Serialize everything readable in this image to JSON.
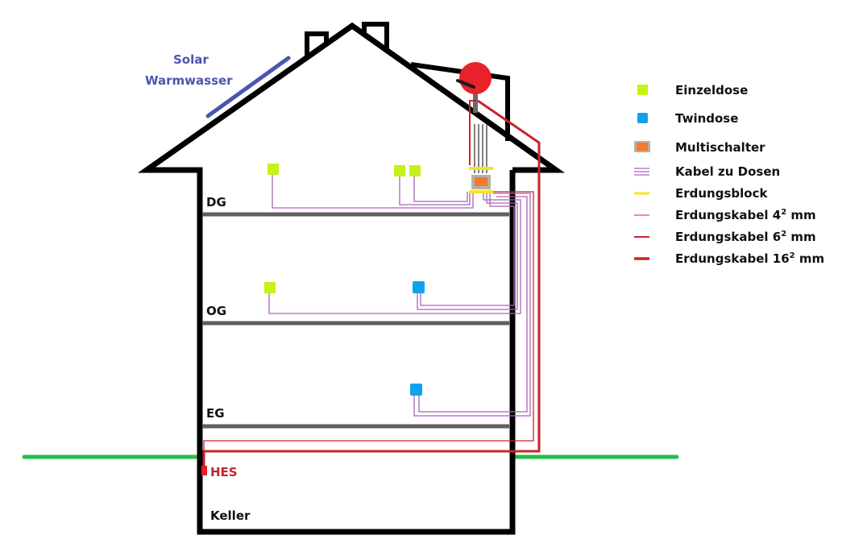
{
  "diagram": {
    "title": "SAT-Verkabelung und Erdung im Haus",
    "solar_label_line1": "Solar",
    "solar_label_line2": "Warmwasser",
    "floors": [
      {
        "id": "dg",
        "label": "DG"
      },
      {
        "id": "og",
        "label": "OG"
      },
      {
        "id": "eg",
        "label": "EG"
      },
      {
        "id": "keller",
        "label": "Keller"
      }
    ],
    "hes_label": "HES",
    "outlets": [
      {
        "floor": "DG",
        "type": "Einzeldose"
      },
      {
        "floor": "DG",
        "type": "Einzeldose"
      },
      {
        "floor": "DG",
        "type": "Einzeldose"
      },
      {
        "floor": "OG",
        "type": "Einzeldose"
      },
      {
        "floor": "OG",
        "type": "Twindose"
      },
      {
        "floor": "EG",
        "type": "Twindose"
      }
    ],
    "colors": {
      "house_outline": "#000000",
      "floor_slab": "#5f5f5f",
      "ground": "#22c04a",
      "solar": "#4a56b0",
      "dish": "#e8212b",
      "einzeldose": "#c5f21a",
      "twindose": "#10a3eb",
      "multischalter_inner": "#f47a2a",
      "multischalter_outer": "#b8b0aa",
      "kabel_dosen": "#a865b8",
      "erdungsblock": "#f2e52a",
      "erdung": "#c8242b"
    }
  },
  "legend": {
    "items": [
      {
        "key": "einzeldose",
        "label": "Einzeldose",
        "sup": "",
        "suffix": ""
      },
      {
        "key": "twindose",
        "label": "Twindose",
        "sup": "",
        "suffix": ""
      },
      {
        "key": "multischalter",
        "label": "Multischalter",
        "sup": "",
        "suffix": ""
      },
      {
        "key": "kabel",
        "label": "Kabel zu Dosen",
        "sup": "",
        "suffix": ""
      },
      {
        "key": "erdungsblock",
        "label": "Erdungsblock",
        "sup": "",
        "suffix": ""
      },
      {
        "key": "erdung4",
        "label": "Erdungskabel 4",
        "sup": "2",
        "suffix": " mm"
      },
      {
        "key": "erdung6",
        "label": "Erdungskabel 6",
        "sup": "2",
        "suffix": " mm"
      },
      {
        "key": "erdung16",
        "label": "Erdungskabel 16",
        "sup": "2",
        "suffix": " mm"
      }
    ]
  }
}
